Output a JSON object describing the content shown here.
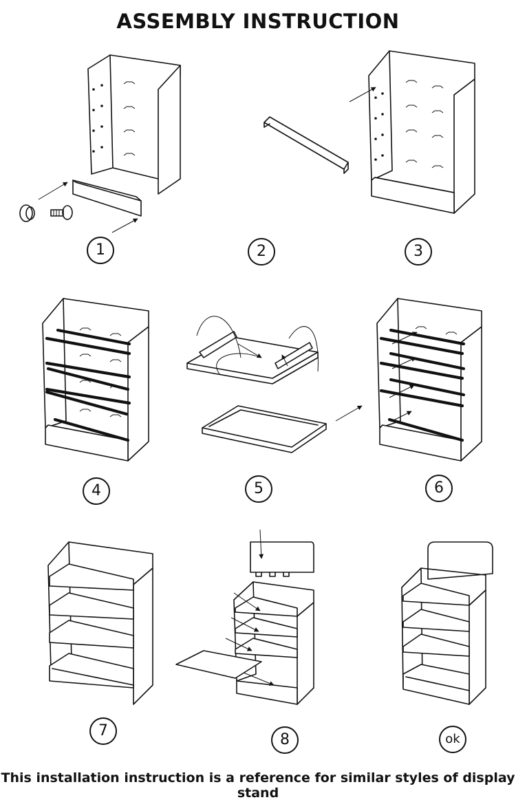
{
  "title": "ASSEMBLY INSTRUCTION",
  "steps": [
    {
      "label": "1"
    },
    {
      "label": "2"
    },
    {
      "label": "3"
    },
    {
      "label": "4"
    },
    {
      "label": "5"
    },
    {
      "label": "6"
    },
    {
      "label": "7"
    },
    {
      "label": "8"
    },
    {
      "label": "ok"
    }
  ],
  "footer": "This installation instruction is a reference for similar styles of display stand"
}
